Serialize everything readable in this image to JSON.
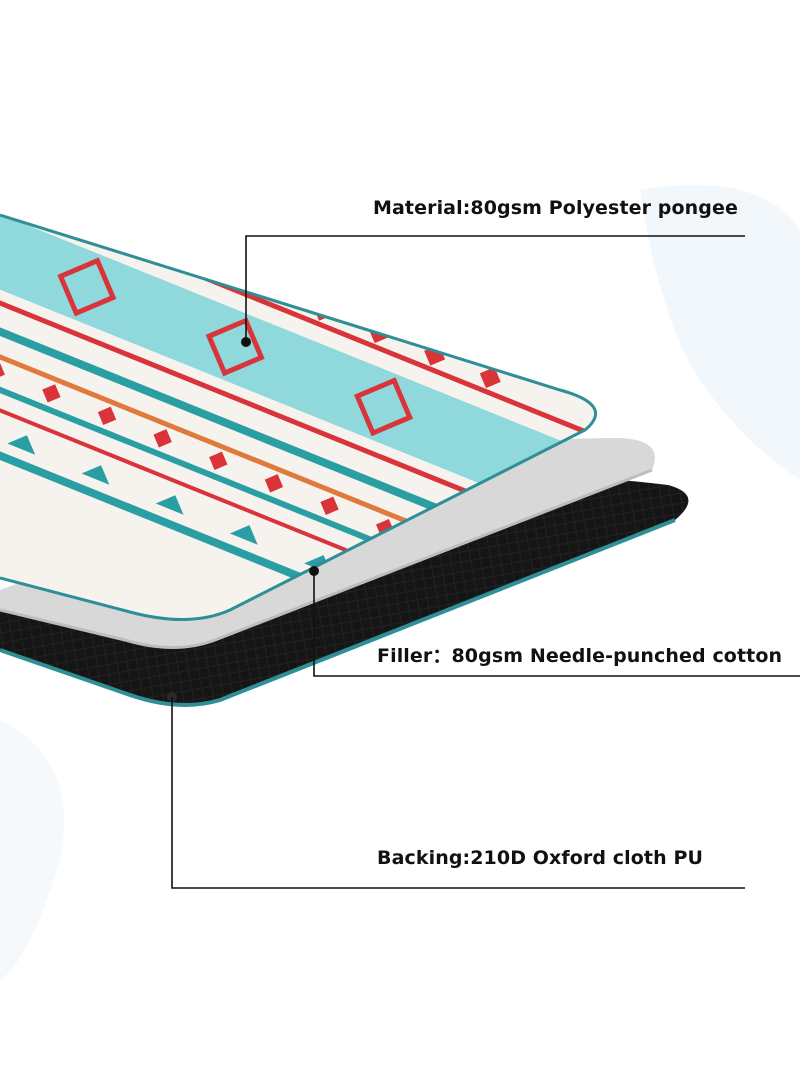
{
  "callouts": {
    "material": "Material:80gsm Polyester pongee",
    "filler": "Filler：80gsm Needle-punched cotton",
    "backing": "Backing:210D Oxford cloth PU"
  },
  "colors": {
    "teal": "#2a9fa3",
    "light_teal": "#8fd8dc",
    "red": "#d8343a",
    "orange": "#e07a3c",
    "cream": "#f6f2ee",
    "filler_gray": "#d8d8d8",
    "backing_black": "#151515",
    "edge_teal": "#2e8f96",
    "leader_line": "#111111"
  }
}
